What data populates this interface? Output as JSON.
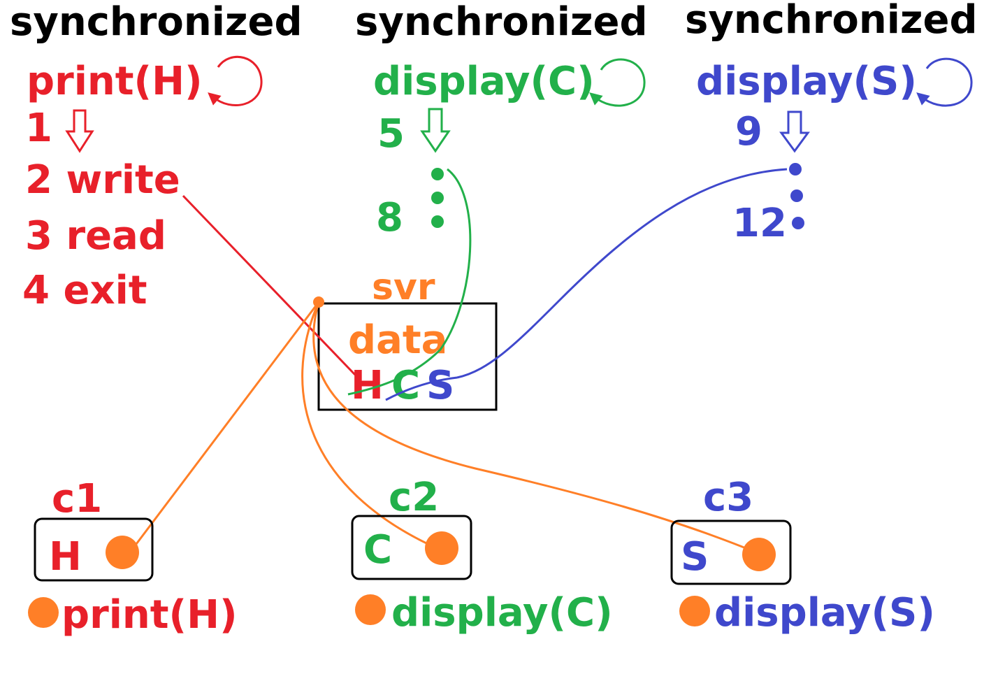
{
  "colors": {
    "black": "#000000",
    "red": "#e8202a",
    "green": "#22b04a",
    "blue": "#3f48cc",
    "orange": "#ff7f27"
  },
  "columns": {
    "print": {
      "keyword": "synchronized",
      "method": "print(H)",
      "steps": [
        "1",
        "2 write",
        "3 read",
        "4 exit"
      ]
    },
    "display_c": {
      "keyword": "synchronized",
      "method": "display(C)",
      "steps": [
        "5",
        "8"
      ]
    },
    "display_s": {
      "keyword": "synchronized",
      "method": "display(S)",
      "steps": [
        "9",
        "12"
      ]
    }
  },
  "server": {
    "name": "svr",
    "field": "data",
    "chars": [
      "H",
      "C",
      "S"
    ]
  },
  "clients": [
    {
      "name": "c1",
      "char": "H",
      "call": "print(H)",
      "color": "#e8202a"
    },
    {
      "name": "c2",
      "char": "C",
      "call": "display(C)",
      "color": "#22b04a"
    },
    {
      "name": "c3",
      "char": "S",
      "call": "display(S)",
      "color": "#3f48cc"
    }
  ]
}
